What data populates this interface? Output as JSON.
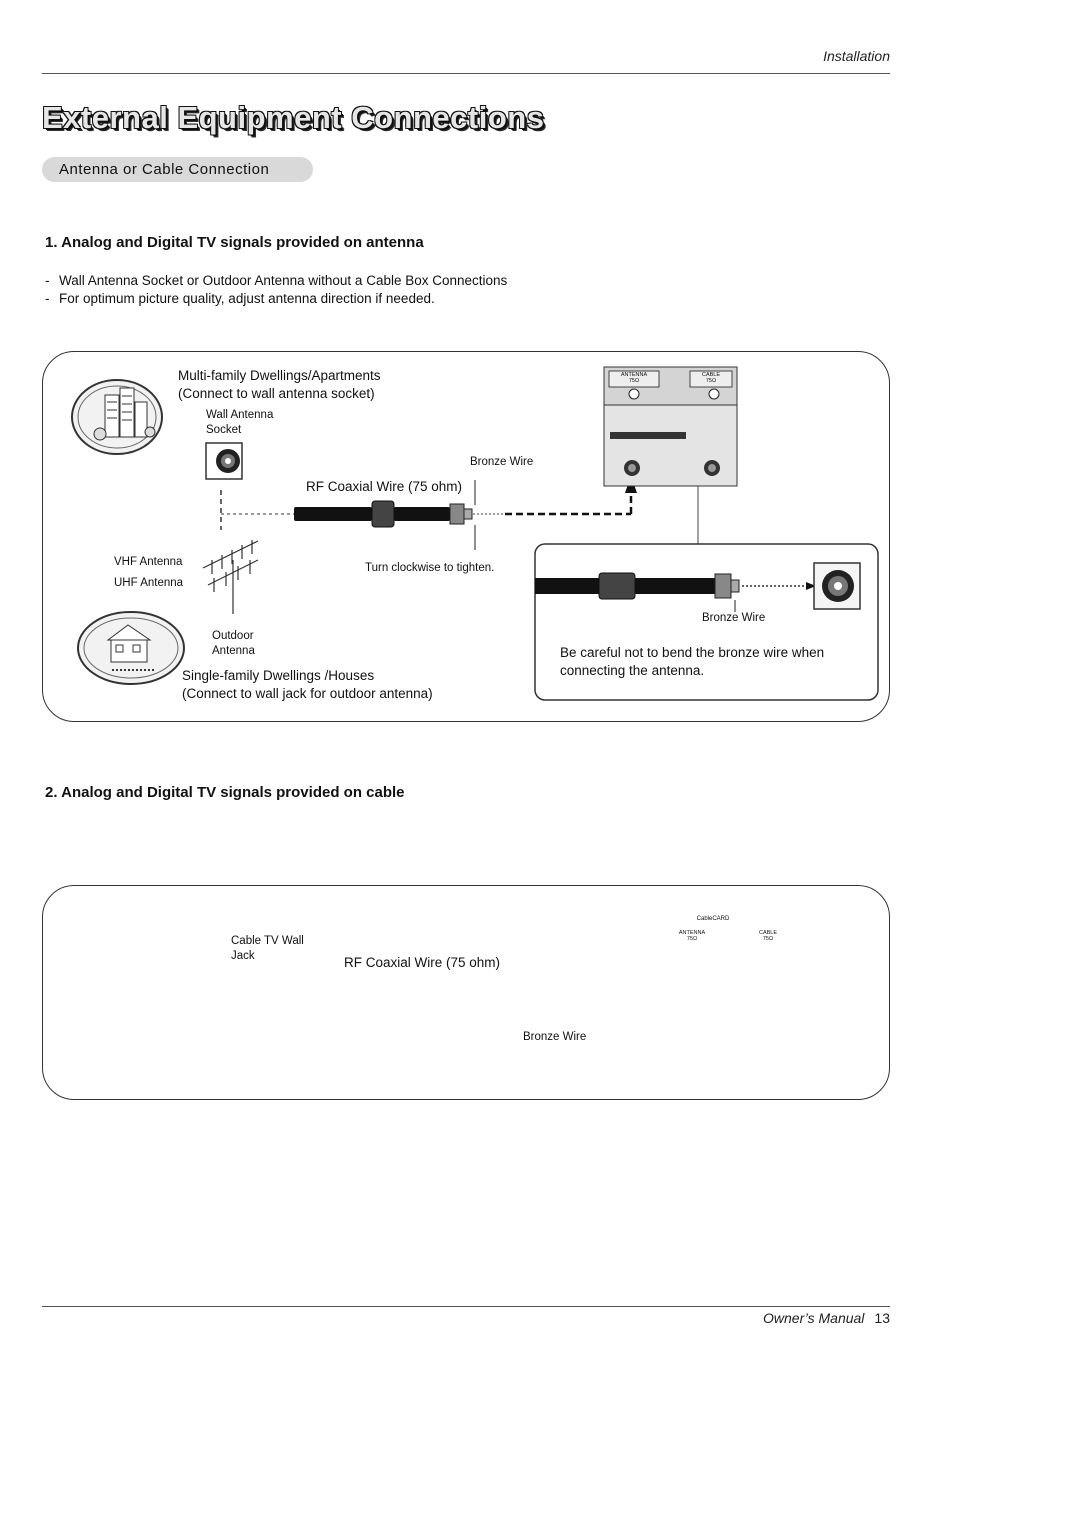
{
  "header": {
    "section_label": "Installation"
  },
  "title": "External Equipment Connections",
  "section_pill": "Antenna or Cable Connection",
  "part1": {
    "heading": "1. Analog and Digital TV signals provided on antenna",
    "bullets": [
      "Wall Antenna Socket or Outdoor Antenna without a Cable Box Connections",
      "For optimum picture quality, adjust antenna direction if needed."
    ],
    "diagram": {
      "multi_family_line1": "Multi-family Dwellings/Apartments",
      "multi_family_line2": "(Connect to wall antenna socket)",
      "wall_socket_line1": "Wall Antenna",
      "wall_socket_line2": "Socket",
      "bronze_wire_top": "Bronze Wire",
      "rf_cable": "RF Coaxial Wire (75 ohm)",
      "vhf": "VHF Antenna",
      "uhf": "UHF Antenna",
      "tighten": "Turn clockwise to tighten.",
      "outdoor_line1": "Outdoor",
      "outdoor_line2": "Antenna",
      "single_family_line1": "Single-family Dwellings /Houses",
      "single_family_line2": "(Connect to wall jack for outdoor antenna)",
      "bronze_wire_inset": "Bronze Wire",
      "caution_line1": "Be careful not to bend the bronze wire when",
      "caution_line2": "connecting the antenna.",
      "tv_port_antenna": "ANTENNA",
      "tv_port_cable": "CABLE",
      "tv_port_ohm": "75Ω"
    }
  },
  "part2": {
    "heading": "2. Analog and Digital TV signals provided on cable",
    "diagram": {
      "jack_line1": "Cable TV Wall",
      "jack_line2": "Jack",
      "rf_cable": "RF Coaxial Wire (75 ohm)",
      "bronze_wire": "Bronze Wire",
      "tv_cablecard": "CableCARD",
      "tv_port_antenna": "ANTENNA",
      "tv_port_cable": "CABLE",
      "tv_port_ohm": "75Ω"
    }
  },
  "footer": {
    "label": "Owner’s Manual",
    "page": "13"
  }
}
